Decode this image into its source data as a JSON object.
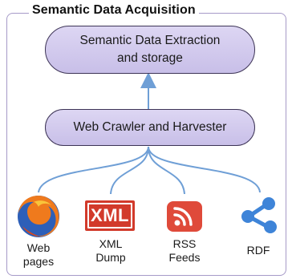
{
  "diagram": {
    "title": "Semantic Data Acquisition",
    "storage_box": {
      "line1": "Semantic Data Extraction",
      "line2": "and storage"
    },
    "crawler_box": {
      "label": "Web Crawler and Harvester"
    },
    "sources": [
      {
        "icon": "firefox-icon",
        "line1": "Web",
        "line2": "pages"
      },
      {
        "icon": "xml-icon",
        "badge": "XML",
        "line1": "XML",
        "line2": "Dump"
      },
      {
        "icon": "rss-icon",
        "line1": "RSS",
        "line2": "Feeds"
      },
      {
        "icon": "rdf-share-icon",
        "line1": "RDF",
        "line2": ""
      }
    ],
    "colors": {
      "frame_border": "#a69ac8",
      "box_fill": "#d3cbef",
      "box_border": "#3d3456",
      "connector": "#6f9fd6",
      "xml_red": "#d23a2b",
      "rss_red": "#df4a3a",
      "rdf_blue": "#3e84d8"
    }
  }
}
